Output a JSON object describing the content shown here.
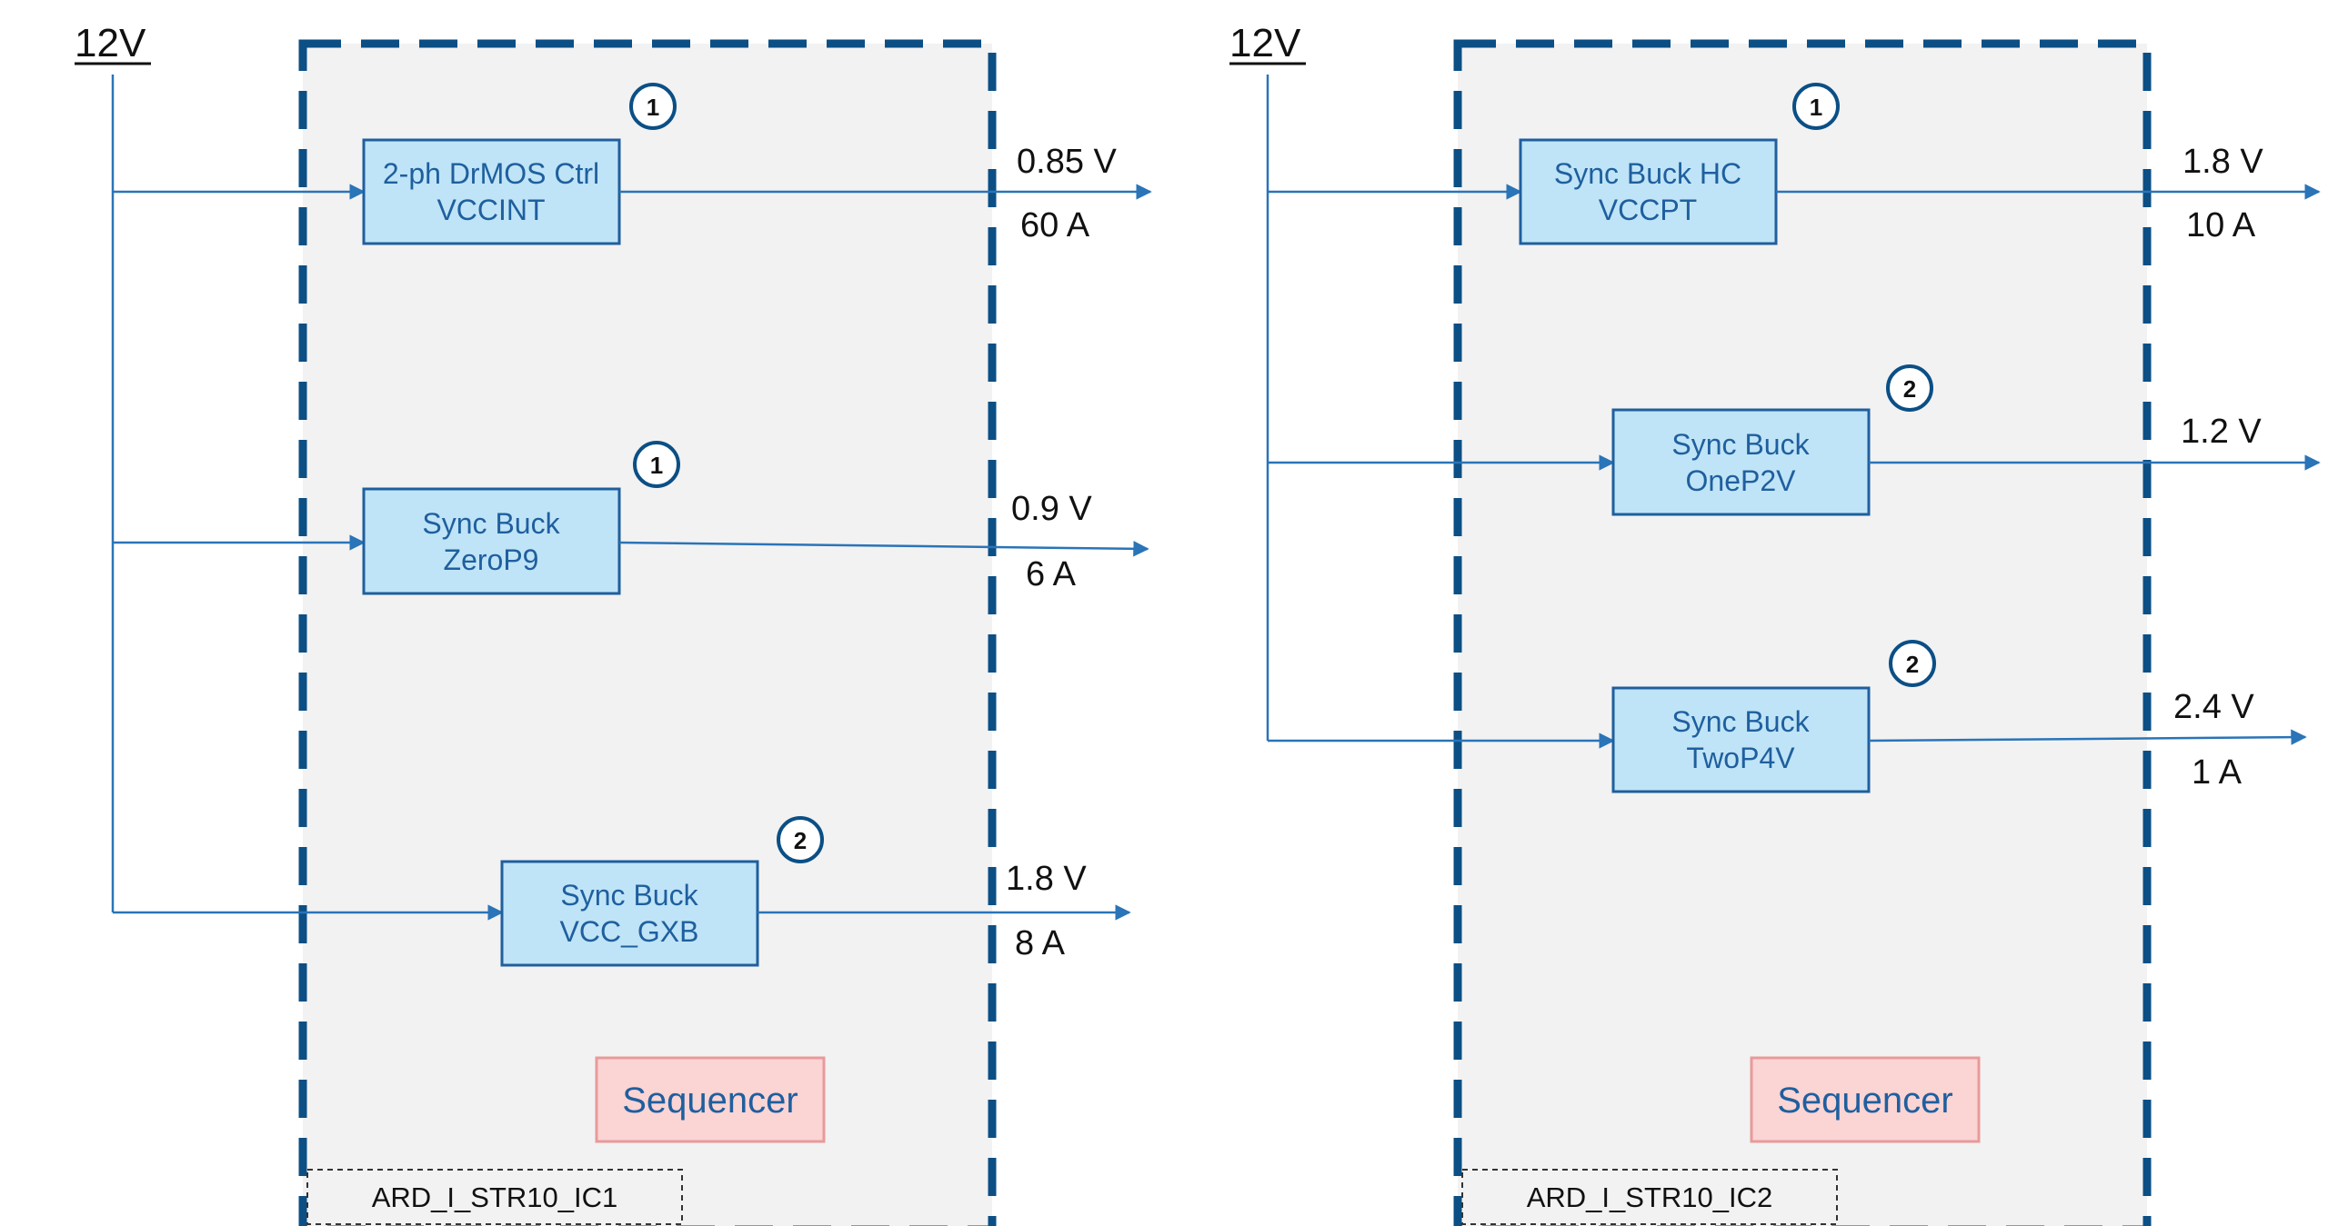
{
  "colors": {
    "boundary": "#0b4f85",
    "wire": "#2a74b8",
    "converter_fill": "#bfe4f7",
    "converter_stroke": "#1f5f9e",
    "sequencer_fill": "#fbd4d4",
    "sequencer_stroke": "#e89a9a",
    "panel_fill": "#f2f2f2"
  },
  "panels": [
    {
      "source_label": "12V",
      "ic_label": "ARD_I_STR10_IC1",
      "sequencer_label": "Sequencer",
      "rails": [
        {
          "line1": "2-ph DrMOS Ctrl",
          "line2": "VCCINT",
          "badge": "1",
          "voltage": "0.85 V",
          "current": "60 A"
        },
        {
          "line1": "Sync Buck",
          "line2": "ZeroP9",
          "badge": "1",
          "voltage": "0.9 V",
          "current": "6 A"
        },
        {
          "line1": "Sync Buck",
          "line2": "VCC_GXB",
          "badge": "2",
          "voltage": "1.8 V",
          "current": "8 A"
        }
      ]
    },
    {
      "source_label": "12V",
      "ic_label": "ARD_I_STR10_IC2",
      "sequencer_label": "Sequencer",
      "rails": [
        {
          "line1": "Sync Buck HC",
          "line2": "VCCPT",
          "badge": "1",
          "voltage": "1.8 V",
          "current": "10 A"
        },
        {
          "line1": "Sync Buck",
          "line2": "OneP2V",
          "badge": "2",
          "voltage": "1.2 V",
          "current": ""
        },
        {
          "line1": "Sync Buck",
          "line2": "TwoP4V",
          "badge": "2",
          "voltage": "2.4 V",
          "current": "1 A"
        }
      ]
    }
  ]
}
